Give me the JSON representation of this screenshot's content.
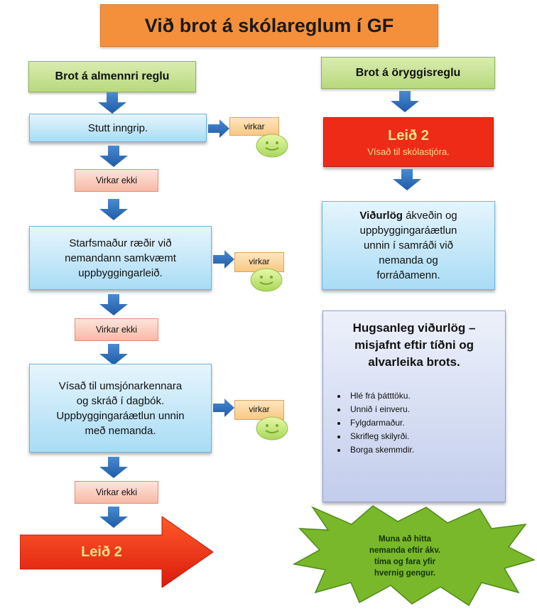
{
  "title": "Við brot á skólareglum í GF",
  "colors": {
    "title_bg": "#f4903c",
    "arrow_blue": "#2e6db8",
    "red": "#ee2b16",
    "star_green": "#79b82a"
  },
  "left": {
    "header": "Brot á almennri reglu",
    "step1": "Stutt inngrip.",
    "step2": [
      "Starfsmaður ræðir við",
      "nemandann samkvæmt",
      "uppbyggingarleið."
    ],
    "step3": [
      "Vísað til umsjónarkennara",
      "og skráð í dagbók.",
      "Uppbyggingaráætlun unnin",
      "með nemanda."
    ],
    "not_working": "Virkar ekki",
    "working": "virkar",
    "final_arrow": "Leið 2"
  },
  "right": {
    "header": "Brot á öryggisreglu",
    "leid2_title": "Leið 2",
    "leid2_sub": "Vísað til skólastjóra.",
    "measures": {
      "bold": "Viðurlög",
      "lines": [
        " ákveðin og",
        "uppbyggingaráætlun",
        "unnin í samráði  við",
        "nemanda og",
        "forráðamenn."
      ]
    },
    "possible_title": [
      "Hugsanleg viðurlög –",
      "misjafnt eftir tíðni og",
      "alvarleika brots."
    ],
    "possible_items": [
      "Hlé frá þátttöku.",
      "Unnið í einveru.",
      "Fylgdarmaður.",
      "Skrifleg skilyrði.",
      "Borga skemmdir."
    ],
    "star_text": [
      "Muna að hitta",
      "nemanda eftir ákv.",
      "tíma og fara yfir",
      "hvernig gengur."
    ]
  }
}
